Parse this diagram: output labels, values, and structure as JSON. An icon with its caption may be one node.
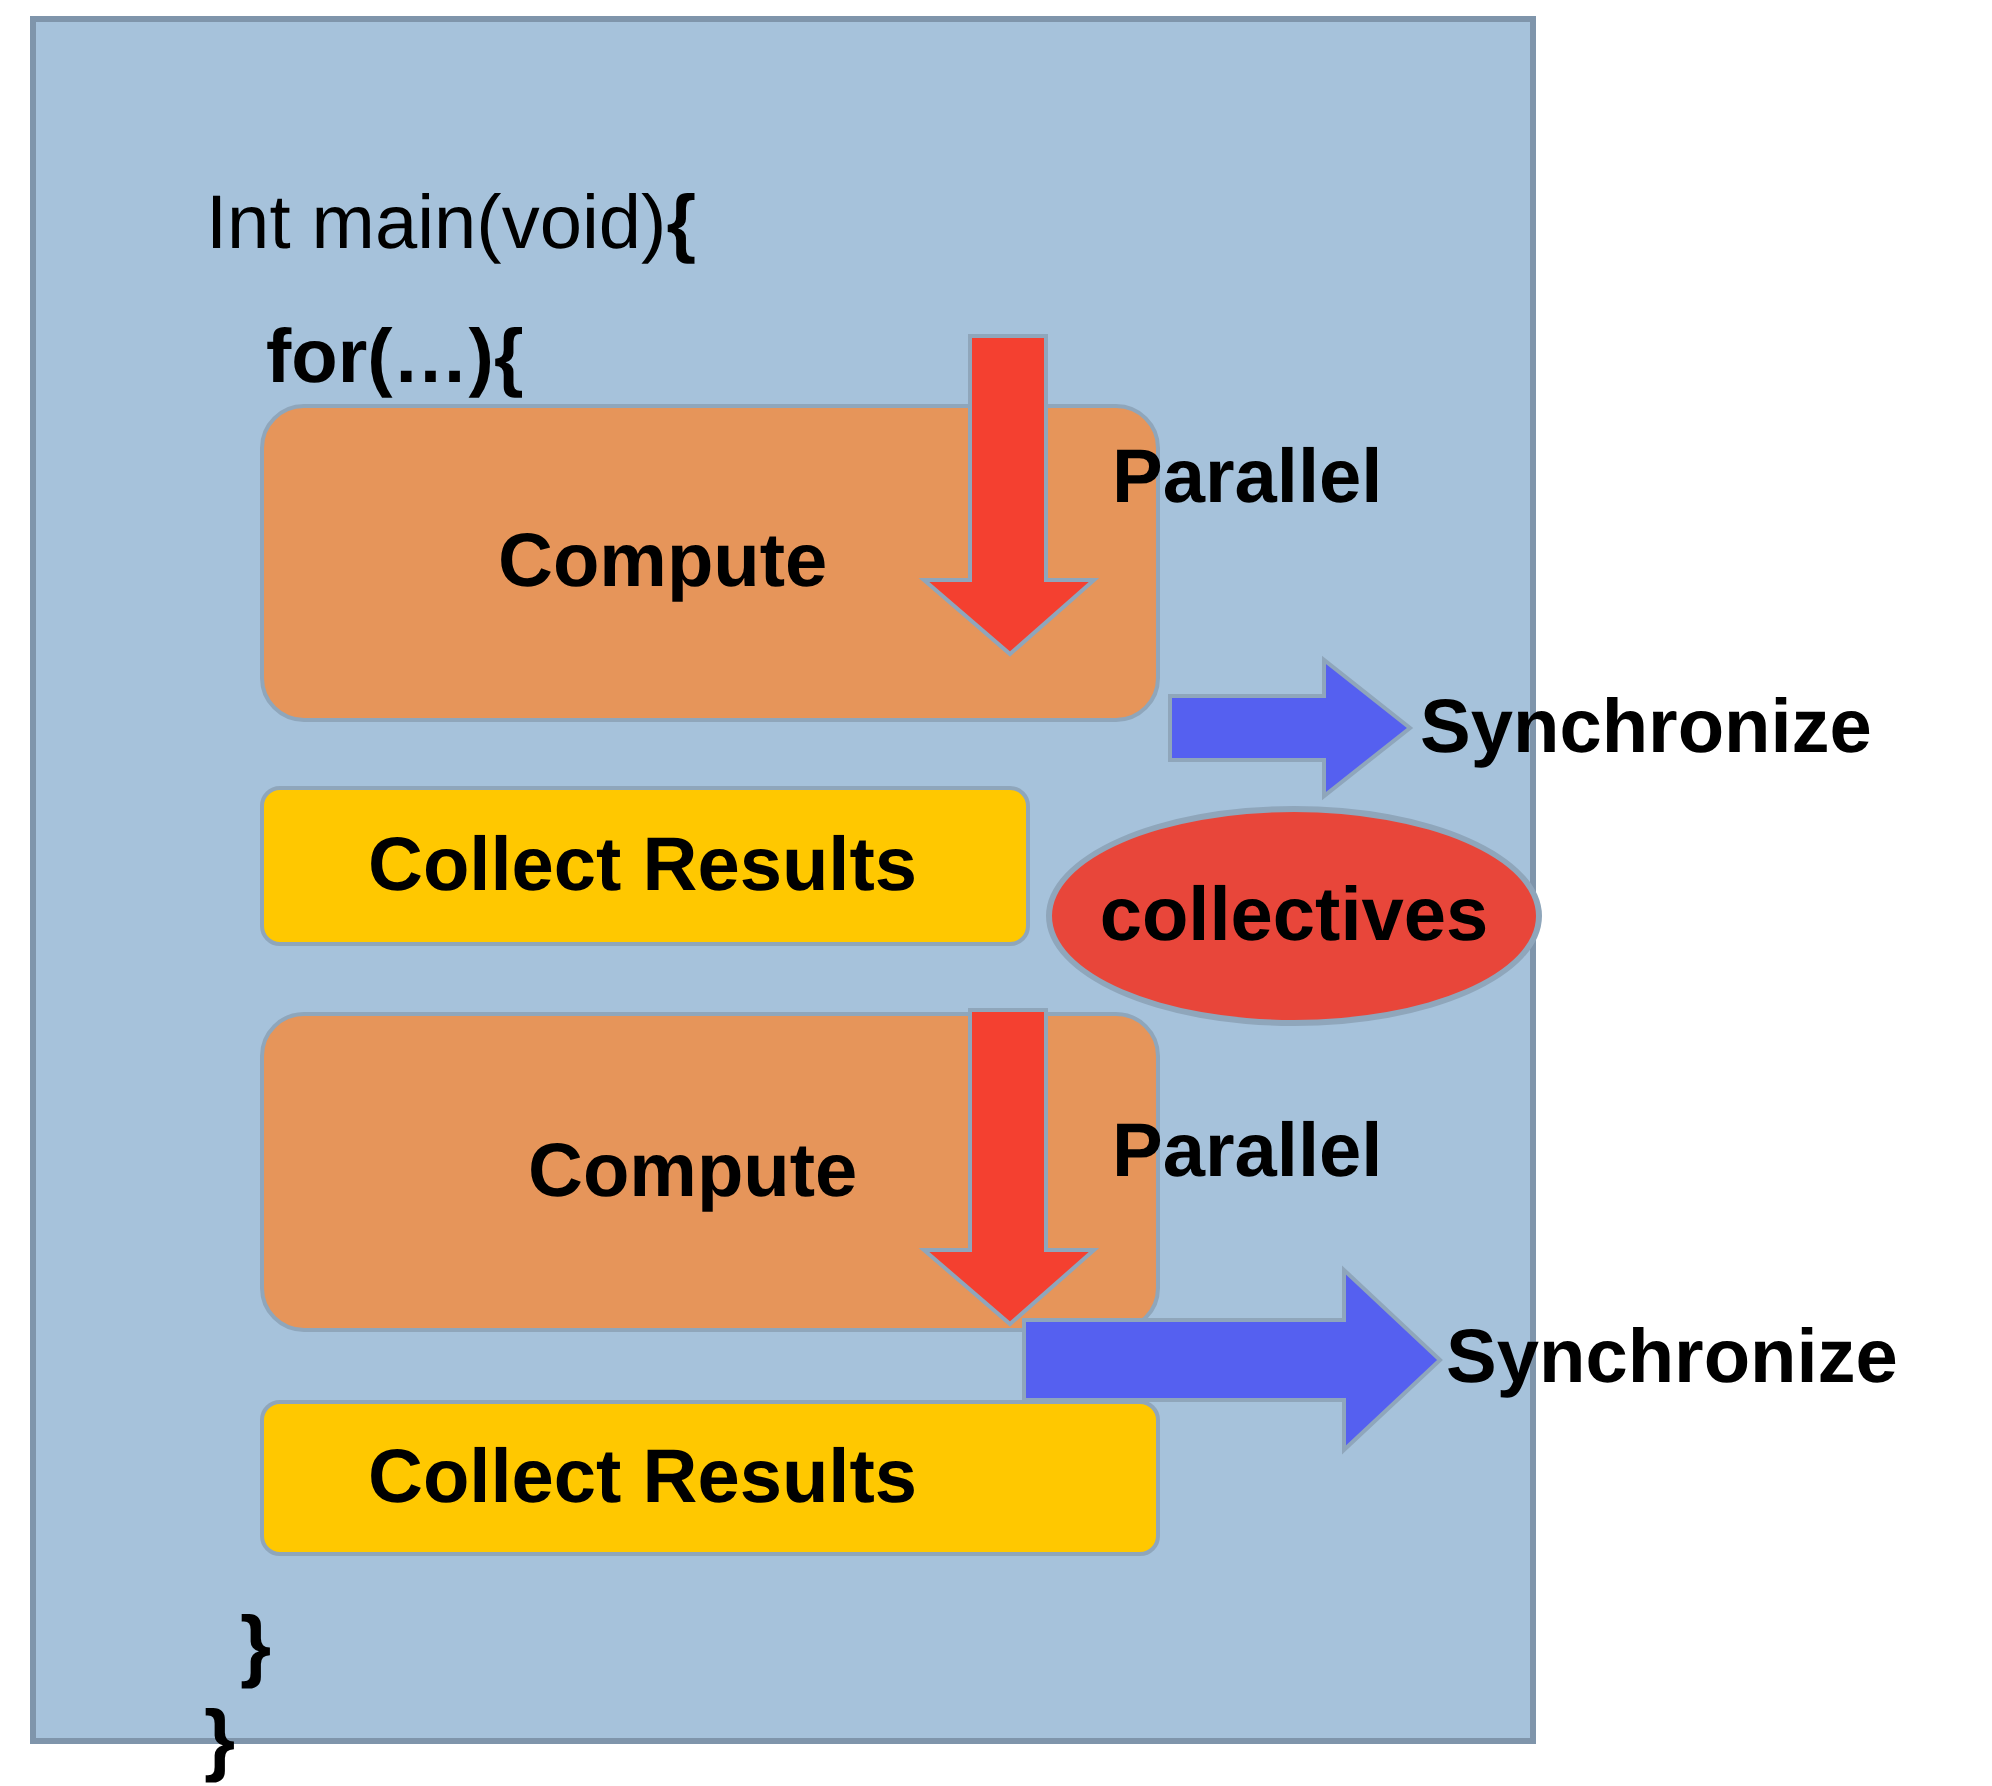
{
  "diagram": {
    "nodes": [
      {
        "text": [
          "Int main(void)**{**",
          "for(…){"
        ]
      },
      {
        "text": [
          "Compute"
        ],
        "in": 0
      },
      {
        "text": [
          "Collect  Results"
        ],
        "in": 0
      },
      {
        "text": [
          "Compute"
        ],
        "in": 0
      },
      {
        "text": [
          "Collect  Results"
        ],
        "in": 0
      },
      {
        "text": [
          "collectives"
        ],
        "in": 0
      }
    ],
    "edges": [],
    "labels": [
      "Parallel",
      "Synchronize",
      "Parallel",
      "Synchronize",
      "}",
      "}"
    ]
  }
}
